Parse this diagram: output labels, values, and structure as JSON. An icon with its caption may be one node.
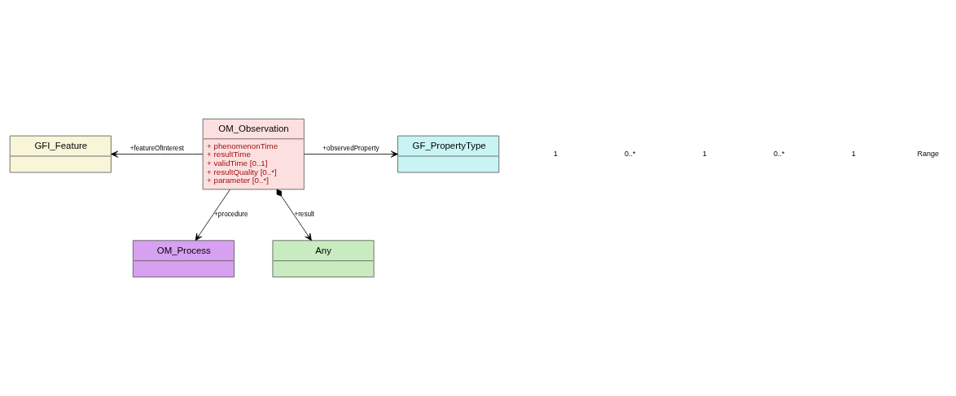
{
  "diagram": {
    "nodes": [
      {
        "text": [
          "GFI_Feature"
        ]
      },
      {
        "text": [
          "OM_Observation",
          "+ phenomenonTime",
          "+ resultTime",
          "+ validTime [0..1]",
          "+ resultQuality [0..*]",
          "+ parameter [0..*]"
        ]
      },
      {
        "text": [
          "GF_PropertyType"
        ]
      },
      {
        "text": [
          "OM_Process"
        ]
      },
      {
        "text": [
          "Any"
        ]
      }
    ],
    "edges": [
      {
        "from": 1,
        "to": 0,
        "arrow": "to",
        "label": "+featureOfInterest"
      },
      {
        "from": 1,
        "to": 2,
        "arrow": "to",
        "label": "+observedProperty"
      },
      {
        "from": 1,
        "to": 3,
        "arrow": "to",
        "label": "+procedure"
      },
      {
        "from": 1,
        "to": 4,
        "arrow": "to",
        "label": "+result"
      }
    ],
    "labels": [
      "1",
      "0..*",
      "1",
      "0..*",
      "1",
      "Range"
    ]
  }
}
